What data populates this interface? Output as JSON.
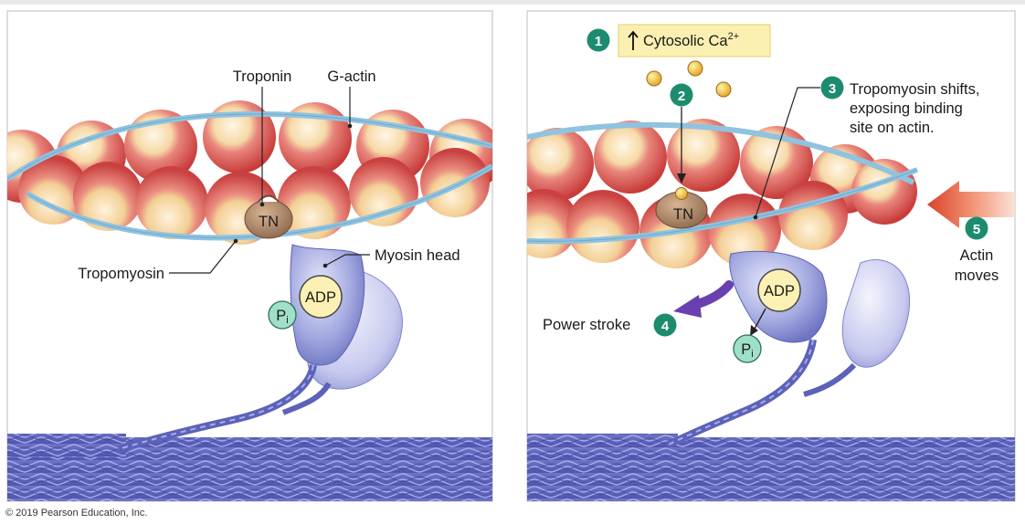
{
  "left_panel": {
    "labels": {
      "troponin": "Troponin",
      "g_actin": "G-actin",
      "tropomyosin": "Tropomyosin",
      "myosin_head": "Myosin head",
      "tn": "TN",
      "adp": "ADP",
      "pi": "Pi"
    }
  },
  "right_panel": {
    "steps": {
      "s1": "1",
      "s2": "2",
      "s3": "3",
      "s4": "4",
      "s5": "5"
    },
    "ca_box": {
      "text": "Cytosolic Ca",
      "superscript": "2+"
    },
    "labels": {
      "tropomyosin_shift_1": "Tropomyosin shifts,",
      "tropomyosin_shift_2": "exposing binding",
      "tropomyosin_shift_3": "site on actin.",
      "power_stroke": "Power stroke",
      "actin_moves_1": "Actin",
      "actin_moves_2": "moves",
      "tn": "TN",
      "adp": "ADP",
      "pi": "Pi"
    }
  },
  "copyright": "© 2019 Pearson Education, Inc.",
  "colors": {
    "actin_red": "#d9534f",
    "actin_tan": "#f3d49a",
    "tropomyosin": "#8fc3df",
    "myosin": "#9fa6dc",
    "adp_fill": "#fbf1b4",
    "pi_fill": "#9fe0c8",
    "step_badge": "#1d8c6e",
    "ca_box": "#fbf0b2",
    "power_arrow": "#6a3fb0",
    "actin_arrow": "#e0583a"
  }
}
